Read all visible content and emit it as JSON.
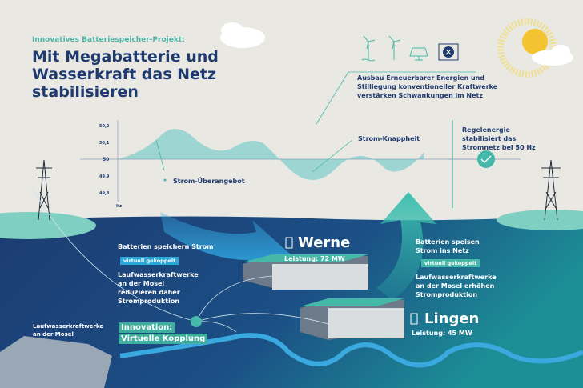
{
  "header": {
    "subtitle": "Innovatives Batteriespeicher-Projekt:",
    "title": "Mit Megabatterie und Wasserkraft das Netz stabilisieren"
  },
  "chart": {
    "ticks": [
      "50,2",
      "50,1",
      "50",
      "49,9",
      "49,8"
    ],
    "unit": "Hz",
    "surplus_label": "Strom-Überangebot",
    "shortage_label": "Strom-Knappheit"
  },
  "renewables_text": "Ausbau Erneuerbarer Energien und Stilllegung konventioneller Kraftwerke verstärken Schwankungen im Netz",
  "balancing_text": "Regelenergie stabilisiert das Stromnetz bei 50 Hz",
  "left_info": {
    "item1": "Batterien speichern Strom",
    "coupled": "virtuell gekoppelt",
    "item2": "Laufwasserkraftwerke an der Mosel reduzieren daher Stromproduktion"
  },
  "right_info": {
    "item1": "Batterien speisen Strom ins Netz",
    "coupled": "virtuell gekoppelt",
    "item2": "Laufwasserkraftwerke an der Mosel erhöhen Stromproduktion"
  },
  "werne": {
    "name": "Werne",
    "power": "Leistung: 72 MW"
  },
  "lingen": {
    "name": "Lingen",
    "power": "Leistung: 45 MW"
  },
  "hydro_label": "Laufwasserkraftwerke an der Mosel",
  "innovation": {
    "line1": "Innovation:",
    "line2": "Virtuelle Kopplung"
  },
  "icons": [
    "offshore-wind-turbine-icon",
    "wind-turbine-icon",
    "solar-panel-icon",
    "power-plant-closed-icon",
    "battery-charger-icon",
    "check-icon",
    "power-pylon-icon",
    "sun-icon",
    "cloud-icon"
  ],
  "colors": {
    "navy": "#1f3a6e",
    "teal": "#46b8aa",
    "blue": "#2aa7d6",
    "sky": "#e9e8e3"
  }
}
